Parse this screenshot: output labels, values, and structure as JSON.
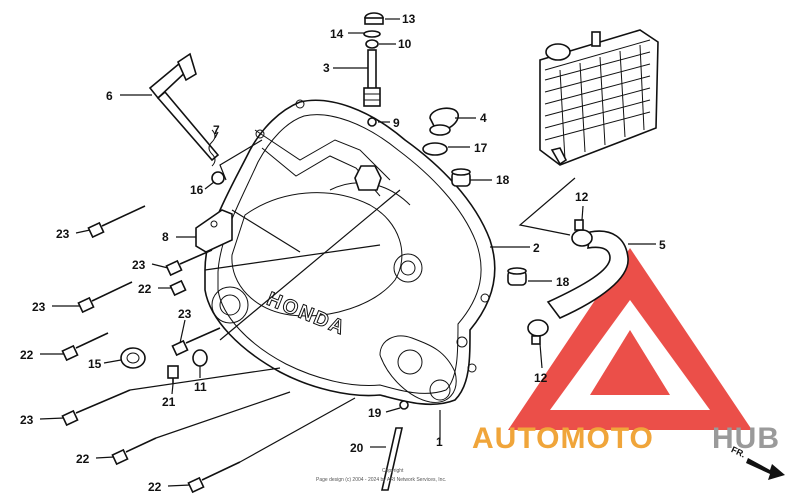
{
  "labels": {
    "p1": "1",
    "p2": "2",
    "p3": "3",
    "p4": "4",
    "p5": "5",
    "p6": "6",
    "p7": "7",
    "p8": "8",
    "p9": "9",
    "p10": "10",
    "p11": "11",
    "p12a": "12",
    "p12b": "12",
    "p13": "13",
    "p14": "14",
    "p15": "15",
    "p16": "16",
    "p17": "17",
    "p18a": "18",
    "p18b": "18",
    "p19": "19",
    "p20": "20",
    "p21": "21",
    "p22a": "22",
    "p22b": "22",
    "p22c": "22",
    "p22d": "22",
    "p23a": "23",
    "p23b": "23",
    "p23c": "23",
    "p23d": "23",
    "p23e": "23"
  },
  "embossed_text": "HONDA",
  "direction_marker": "FR.",
  "copyright_line1": "Copyright",
  "copyright_line2": "Page design (c) 2004 - 2024 by ARI Network Services, Inc.",
  "watermark": {
    "text_part1": "AUTOMOTO",
    "text_part2": "HUB",
    "color_accent": "#e8312a",
    "color_text1": "#f0a53a",
    "color_text2": "#9a9a9a"
  }
}
